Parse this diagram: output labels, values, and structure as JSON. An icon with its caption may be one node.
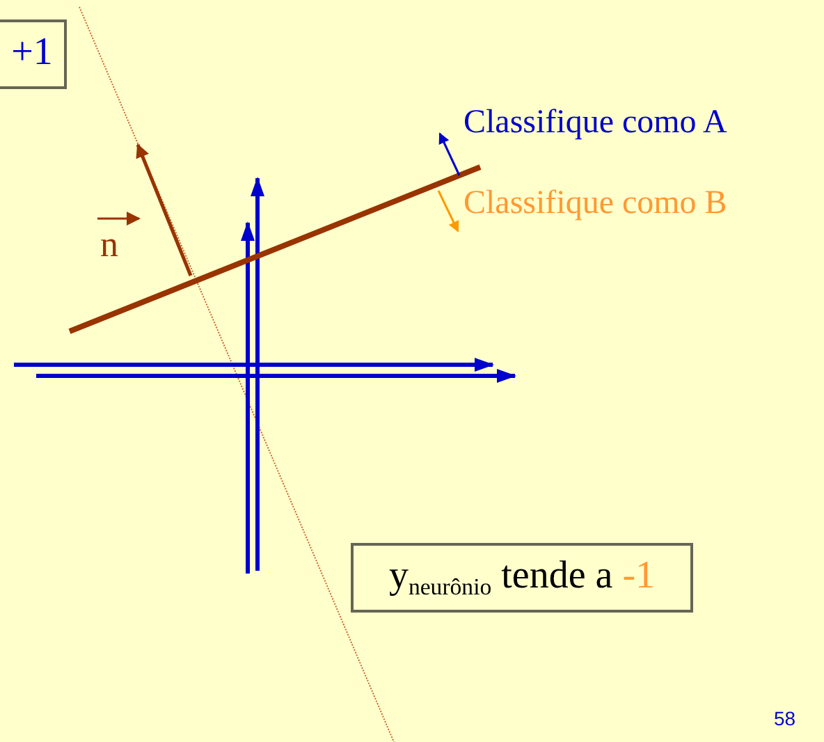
{
  "diagram": {
    "nodes": [
      {
        "text": [
          "+1"
        ]
      },
      {
        "text": [
          "y$_{neurônio}$ tende a",
          "-1"
        ]
      }
    ],
    "labels": [
      "n",
      "Classifique como A",
      "Classifique como B",
      "58"
    ]
  }
}
